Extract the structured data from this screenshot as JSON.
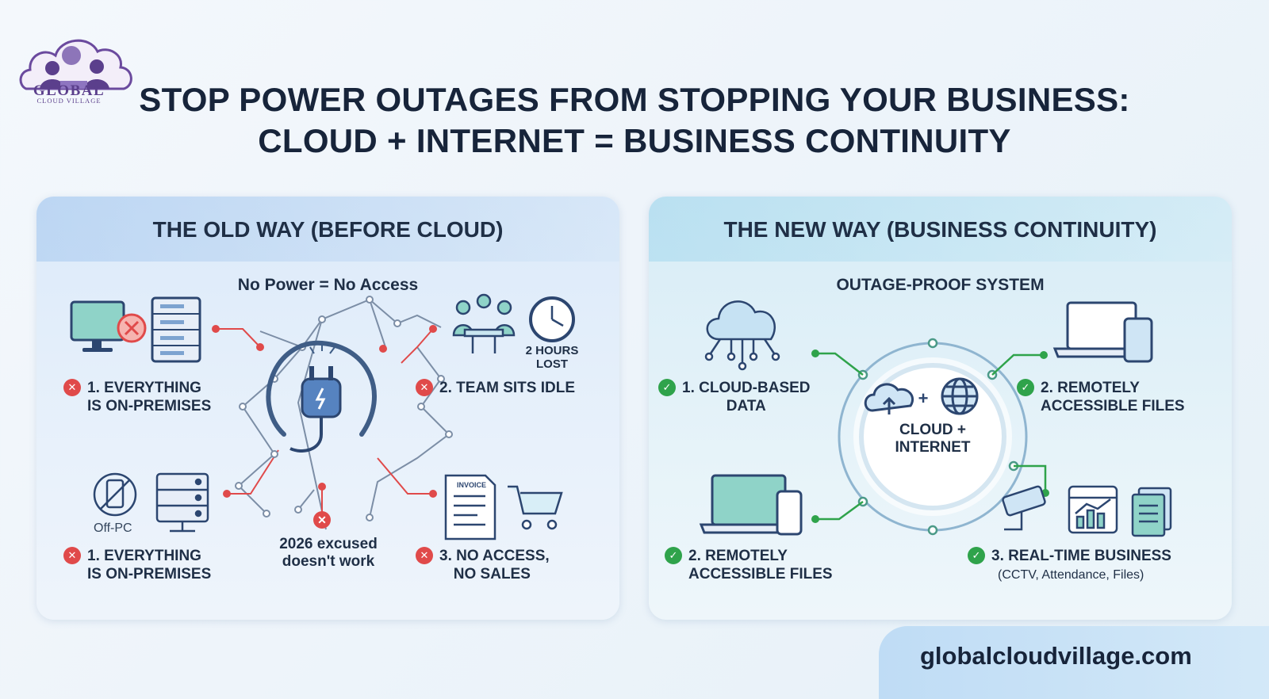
{
  "colors": {
    "red": "#e04a4a",
    "green": "#2fa34b",
    "navy": "#1f2f46",
    "accent_blue": "#4a7fb5"
  },
  "logo": {
    "name": "GLOBAL",
    "tagline": "CLOUD VILLAGE"
  },
  "title": {
    "line1": "STOP POWER OUTAGES FROM STOPPING YOUR BUSINESS:",
    "line2": "CLOUD + INTERNET = BUSINESS CONTINUITY"
  },
  "old_way": {
    "heading": "THE OLD WAY (BEFORE CLOUD)",
    "subheading": "No Power = No Access",
    "item1": {
      "line1": "1. EVERYTHING",
      "line2": "IS ON-PREMISES",
      "icon": "computer-server-x-icon"
    },
    "item2": {
      "label": "2. TEAM SITS IDLE",
      "note_line1": "2 HOURS",
      "note_line2": "LOST",
      "icon": "team-clock-icon"
    },
    "item3": {
      "line1": "1. EVERYTHING",
      "line2": "IS ON-PREMISES",
      "caption": "Off-PC",
      "icon": "no-phone-server-icon"
    },
    "item4": {
      "line1": "3. NO ACCESS,",
      "line2": "NO SALES",
      "invoice_label": "INVOICE",
      "icon": "invoice-cart-icon"
    },
    "center_note": {
      "line1": "2026 excused",
      "line2": "doesn't work"
    },
    "center_icon": "unplugged-power-icon"
  },
  "new_way": {
    "heading": "THE NEW WAY (BUSINESS CONTINUITY)",
    "subheading": "OUTAGE-PROOF SYSTEM",
    "hub": {
      "line1": "CLOUD +",
      "line2": "INTERNET",
      "icon": "cloud-plus-globe-icon"
    },
    "item1": {
      "line1": "1. CLOUD-BASED",
      "line2": "DATA",
      "icon": "cloud-network-icon"
    },
    "item2": {
      "line1": "2. REMOTELY",
      "line2": "ACCESSIBLE FILES",
      "icon": "laptop-tablet-icon"
    },
    "item3": {
      "line1": "2. REMOTELY",
      "line2": "ACCESSIBLE FILES",
      "icon": "laptop-phone-icon"
    },
    "item4": {
      "line1": "3. REAL-TIME BUSINESS",
      "detail": "(CCTV, Attendance, Files)",
      "icon": "cctv-calendar-files-icon"
    }
  },
  "footer": {
    "url": "globalcloudvillage.com"
  }
}
